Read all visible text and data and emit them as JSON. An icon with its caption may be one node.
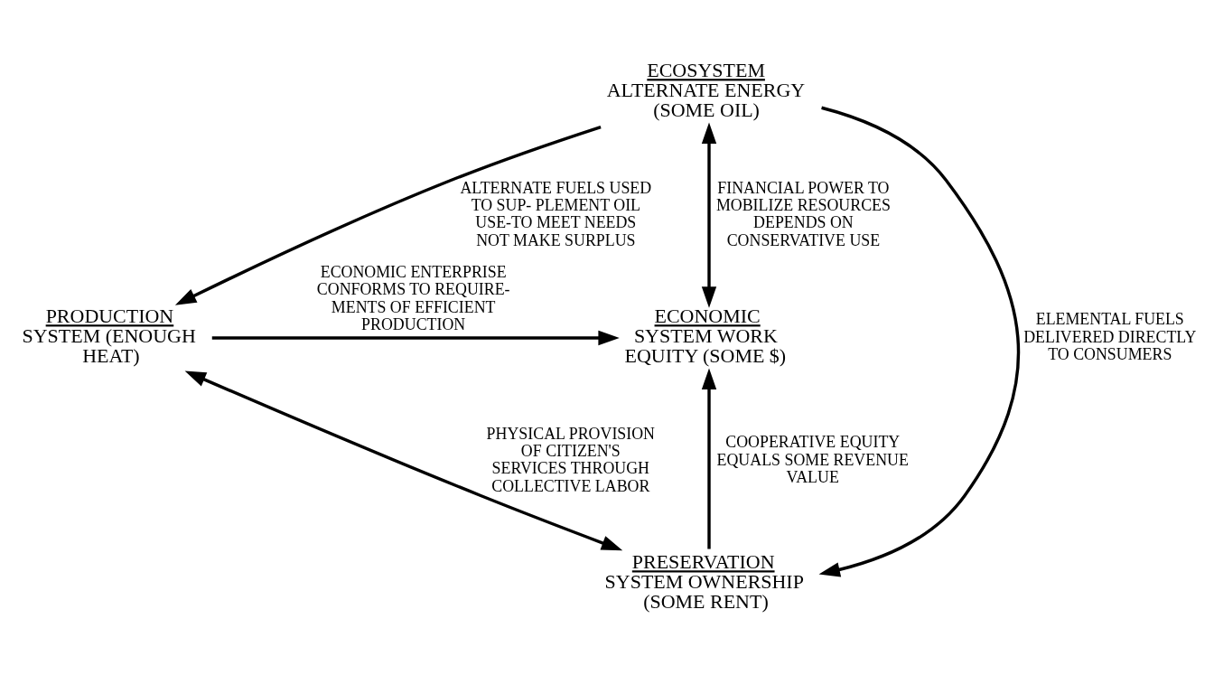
{
  "diagram": {
    "nodes": [
      {
        "text": [
          "ECOSYSTEM",
          "ALTERNATE ENERGY (SOME OIL)"
        ]
      },
      {
        "text": [
          "ECONOMIC",
          "SYSTEM WORK EQUITY (SOME $)"
        ]
      },
      {
        "text": [
          "PRODUCTION",
          "SYSTEM (ENOUGH HEAT)"
        ]
      },
      {
        "text": [
          "PRESERVATION",
          "SYSTEM OWNERSHIP (SOME RENT)"
        ]
      }
    ],
    "edges": [
      {
        "from": 1,
        "to": 0,
        "arrow": "both",
        "label": "FINANCIAL POWER TO MOBILIZE RESOURCES DEPENDS ON CONSERVATIVE USE"
      },
      {
        "from": 0,
        "to": 2,
        "arrow": "to",
        "label": "ALTERNATE FUELS USED TO SUP- PLEMENT OIL USE-TO MEET NEEDS NOT MAKE SURPLUS"
      },
      {
        "from": 2,
        "to": 1,
        "arrow": "to",
        "label": "ECONOMIC ENTERPRISE CONFORMS TO REQUIRE- MENTS OF EFFICIENT PRODUCTION"
      },
      {
        "from": 0,
        "to": 3,
        "arrow": "to",
        "label": "ELEMENTAL FUELS DELIVERED DIRECTLY TO CONSUMERS"
      },
      {
        "from": 3,
        "to": 1,
        "arrow": "to",
        "label": "COOPERATIVE EQUITY EQUALS SOME REVENUE VALUE"
      },
      {
        "from": 2,
        "to": 3,
        "arrow": "both",
        "label": "PHYSICAL PROVISION OF CITIZEN'S SERVICES THROUGH COLLECTIVE LABOR"
      }
    ]
  }
}
